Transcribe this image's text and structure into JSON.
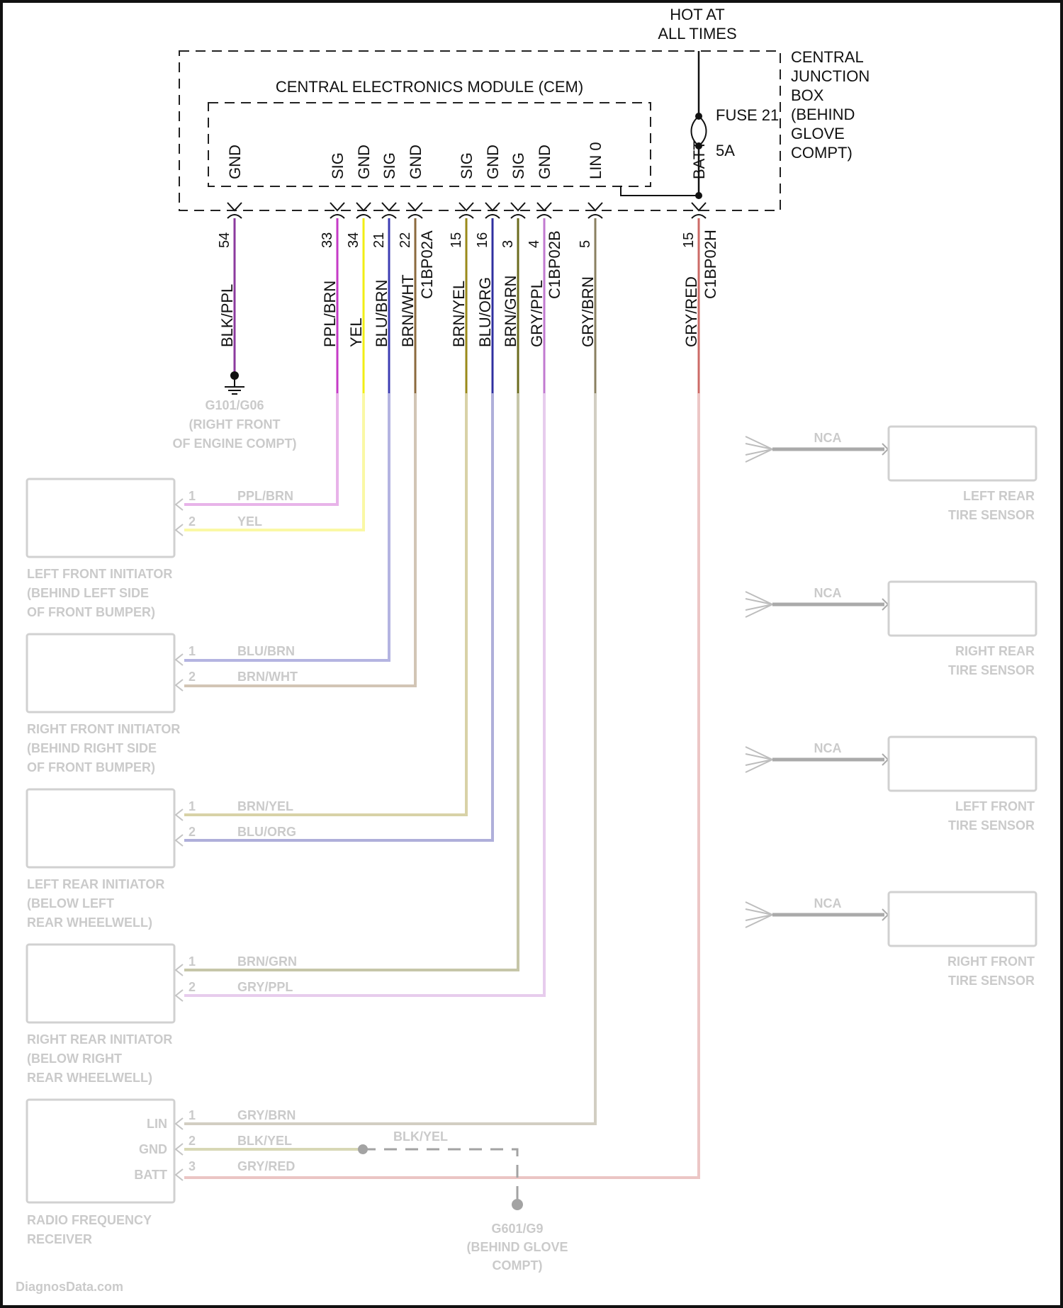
{
  "hot_label": [
    "HOT AT",
    "ALL TIMES"
  ],
  "cjb_label": [
    "CENTRAL",
    "JUNCTION",
    "BOX",
    "(BEHIND",
    "GLOVE",
    "COMPT)"
  ],
  "cem_title": "CENTRAL ELECTRONICS MODULE (CEM)",
  "fuse": {
    "name": "FUSE 21",
    "rating": "5A"
  },
  "cem_pins": [
    {
      "pin": "GND",
      "num": "54",
      "wire": "BLK/PPL",
      "color": "#8b3a9e"
    },
    {
      "pin": "SIG",
      "num": "33",
      "wire": "PPL/BRN",
      "color": "#c53ac7"
    },
    {
      "pin": "GND",
      "num": "34",
      "wire": "YEL",
      "color": "#f2ee15"
    },
    {
      "pin": "SIG",
      "num": "21",
      "wire": "BLU/BRN",
      "color": "#3d3db3"
    },
    {
      "pin": "GND",
      "num": "22",
      "wire": "BRN/WHT",
      "color": "#8b6a3e"
    },
    {
      "pin": "SIG",
      "num": "15",
      "wire": "BRN/YEL",
      "color": "#9a8a1a"
    },
    {
      "pin": "GND",
      "num": "16",
      "wire": "BLU/ORG",
      "color": "#3030a0"
    },
    {
      "pin": "SIG",
      "num": "3",
      "wire": "BRN/GRN",
      "color": "#6b6b1e"
    },
    {
      "pin": "GND",
      "num": "4",
      "wire": "GRY/PPL",
      "color": "#c27ad0"
    },
    {
      "pin": "LIN 0",
      "num": "5",
      "wire": "GRY/BRN",
      "color": "#8a8060"
    },
    {
      "pin": "BATT",
      "num": "15",
      "wire": "GRY/RED",
      "color": "#cc6a66"
    }
  ],
  "connectors": {
    "a": "C1BP02A",
    "b": "C1BP02B",
    "h": "C1BP02H"
  },
  "ground_main": [
    "G101/G06",
    "(RIGHT FRONT",
    "OF ENGINE COMPT)"
  ],
  "ground_rf": [
    "G601/G9",
    "(BEHIND GLOVE",
    "COMPT)"
  ],
  "initiators": [
    {
      "name": [
        "LEFT FRONT INITIATOR",
        "(BEHIND LEFT SIDE",
        "OF FRONT BUMPER)"
      ],
      "wires": [
        "PPL/BRN",
        "YEL"
      ]
    },
    {
      "name": [
        "RIGHT FRONT INITIATOR",
        "(BEHIND RIGHT SIDE",
        "OF FRONT BUMPER)"
      ],
      "wires": [
        "BLU/BRN",
        "BRN/WHT"
      ]
    },
    {
      "name": [
        "LEFT REAR INITIATOR",
        "(BELOW LEFT",
        "REAR WHEELWELL)"
      ],
      "wires": [
        "BRN/YEL",
        "BLU/ORG"
      ]
    },
    {
      "name": [
        "RIGHT REAR INITIATOR",
        "(BELOW RIGHT",
        "REAR WHEELWELL)"
      ],
      "wires": [
        "BRN/GRN",
        "GRY/PPL"
      ]
    }
  ],
  "receiver": {
    "name": [
      "RADIO FREQUENCY",
      "RECEIVER"
    ],
    "pins": [
      "LIN",
      "GND",
      "BATT"
    ],
    "wires": [
      "GRY/BRN",
      "BLK/YEL",
      "GRY/RED"
    ],
    "ground_wire": "BLK/YEL"
  },
  "tire_sensors": [
    {
      "name": [
        "LEFT REAR",
        "TIRE SENSOR"
      ],
      "link": "NCA"
    },
    {
      "name": [
        "RIGHT REAR",
        "TIRE SENSOR"
      ],
      "link": "NCA"
    },
    {
      "name": [
        "LEFT FRONT",
        "TIRE SENSOR"
      ],
      "link": "NCA"
    },
    {
      "name": [
        "RIGHT FRONT",
        "TIRE SENSOR"
      ],
      "link": "NCA"
    }
  ],
  "pin_numbers": [
    "1",
    "2",
    "3"
  ],
  "watermark": "DiagnosData.com"
}
